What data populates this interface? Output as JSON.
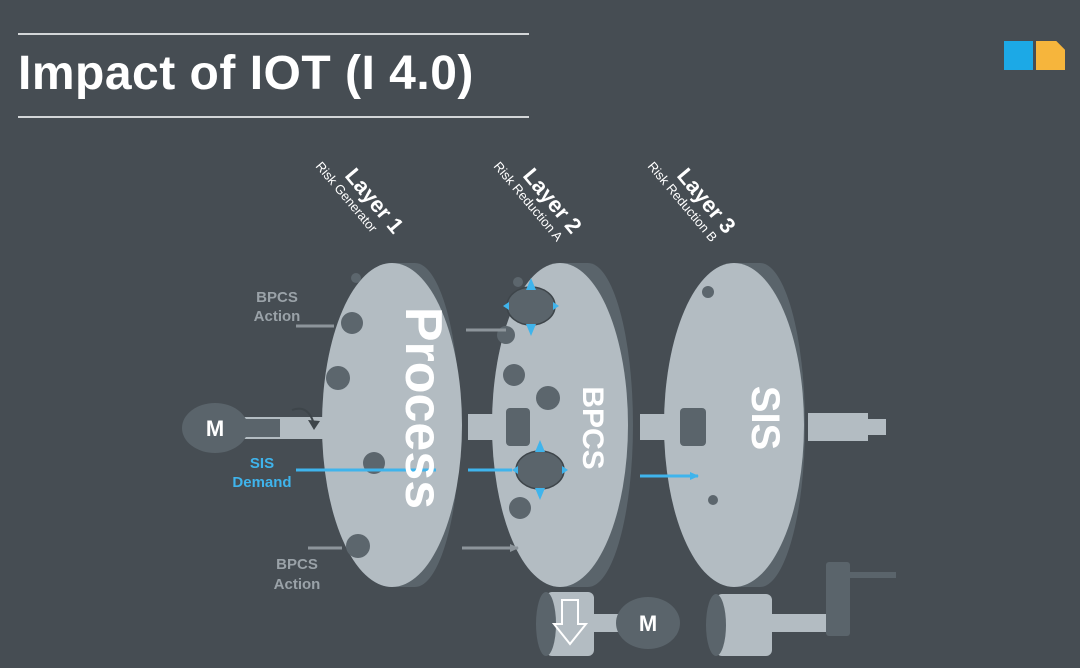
{
  "slide": {
    "title": "Impact of IOT (I 4.0)"
  },
  "logo": {
    "colors": [
      "#1ca9e6",
      "#f6b53c"
    ]
  },
  "layers": [
    {
      "name": "Layer 1",
      "role": "Risk Generator",
      "disc_label": "Process"
    },
    {
      "name": "Layer 2",
      "role": "Risk Reduction A",
      "disc_label": "BPCS"
    },
    {
      "name": "Layer 3",
      "role": "Risk Reduction B",
      "disc_label": "SIS"
    }
  ],
  "labels": {
    "bpcs_action_top": [
      "BPCS",
      "Action"
    ],
    "bpcs_action_bottom": [
      "BPCS",
      "Action"
    ],
    "sis_demand": [
      "SIS",
      "Demand"
    ],
    "motor_left": "M",
    "motor_bottom": "M"
  },
  "colors": {
    "background": "#464d53",
    "disc_face": "#b3bcc2",
    "disc_rim": "#5a646b",
    "hole": "#5c666d",
    "label_gray": "#9aa2a8",
    "demand_blue": "#3fb4ec",
    "text_white": "#ffffff"
  }
}
